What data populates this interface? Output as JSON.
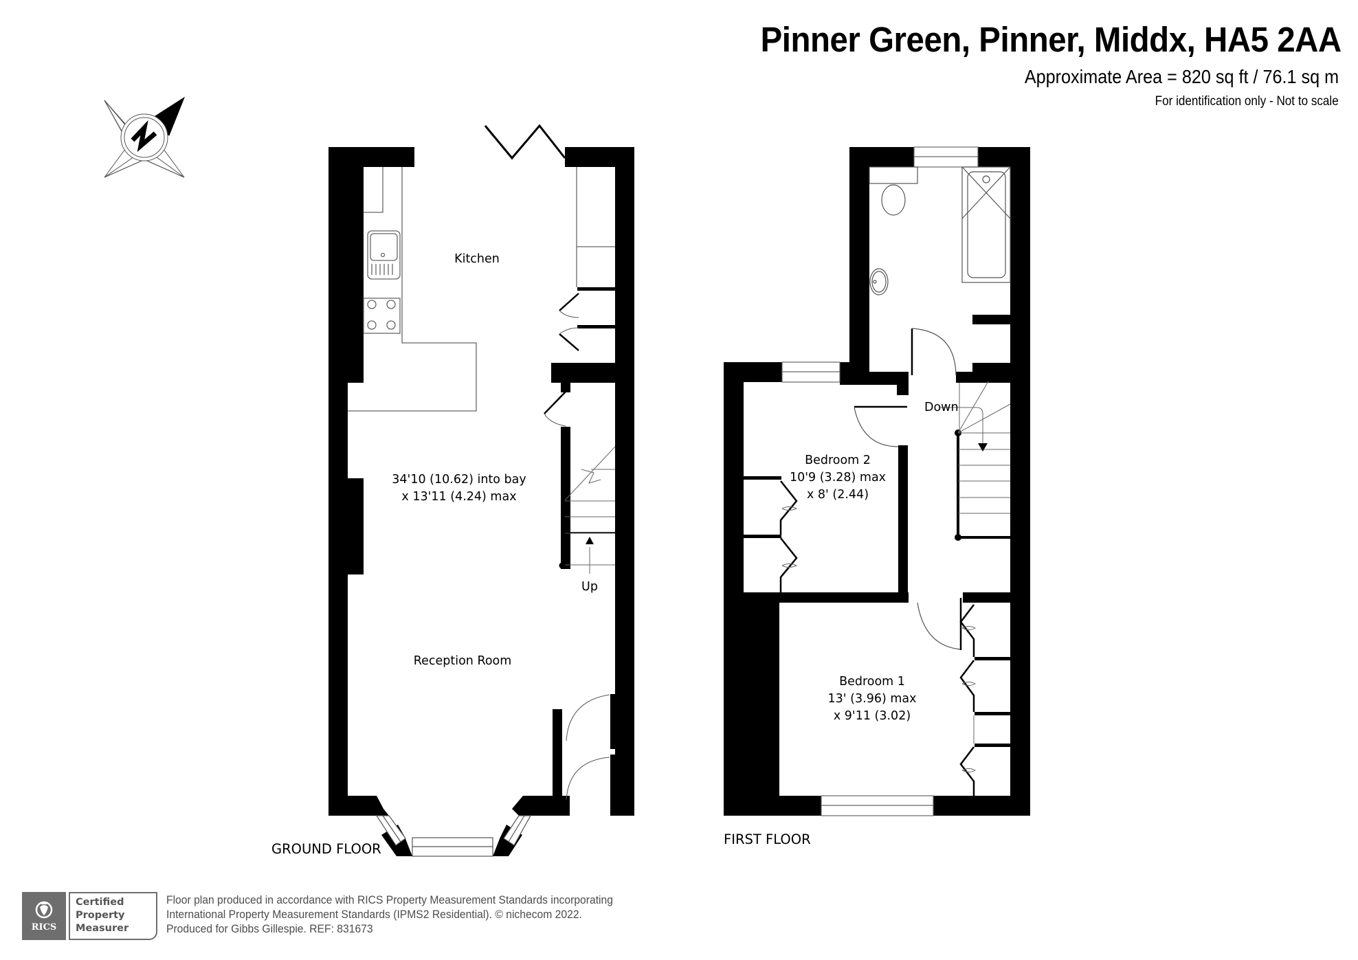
{
  "header": {
    "title": "Pinner Green, Pinner, Middx, HA5 2AA",
    "area": "Approximate Area = 820 sq ft / 76.1 sq m",
    "note": "For identification only - Not to scale"
  },
  "compass": {
    "icon": "north-compass-icon",
    "letter": "N"
  },
  "ground_floor": {
    "label": "GROUND FLOOR",
    "rooms": [
      {
        "name": "Kitchen",
        "lines": [
          "Kitchen"
        ]
      },
      {
        "name": "Kitchen / Reception dimensions",
        "lines": [
          "34'10 (10.62) into bay",
          "x 13'11 (4.24) max"
        ]
      },
      {
        "name": "Reception Room",
        "lines": [
          "Reception Room"
        ]
      }
    ],
    "stairs_label": "Up"
  },
  "first_floor": {
    "label": "FIRST FLOOR",
    "rooms": [
      {
        "name": "Bedroom 2",
        "lines": [
          "Bedroom 2",
          "10'9 (3.28) max",
          "x 8' (2.44)"
        ]
      },
      {
        "name": "Bedroom 1",
        "lines": [
          "Bedroom 1",
          "13' (3.96) max",
          "x 9'11 (3.02)"
        ]
      }
    ],
    "stairs_label": "Down"
  },
  "footer": {
    "badge": {
      "org": "RICS",
      "line1": "Certified",
      "line2": "Property",
      "line3": "Measurer"
    },
    "text_lines": [
      "Floor plan produced in accordance with RICS Property Measurement Standards incorporating",
      "International Property Measurement Standards (IPMS2 Residential).   © nichecom 2022.",
      "Produced for Gibbs Gillespie.   REF:  831673"
    ]
  },
  "colors": {
    "wall": "#000000",
    "fixture_line": "#555555",
    "badge_grey": "#6e6e6e",
    "footer_text": "#4d4d4d"
  }
}
